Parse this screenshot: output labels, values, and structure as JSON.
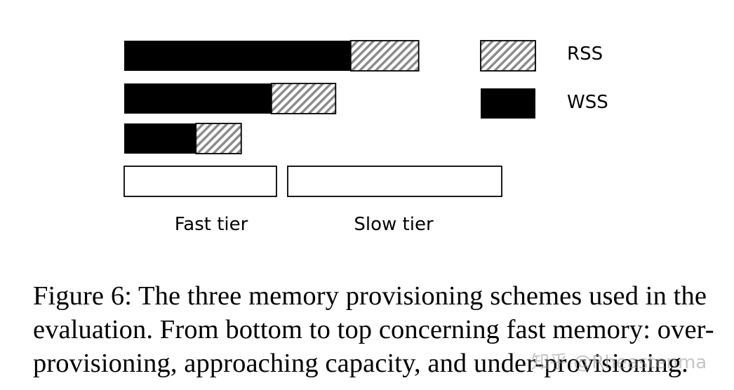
{
  "diagram": {
    "rows": [
      {
        "name": "under-provisioning",
        "wss_fraction": 0.6,
        "rss_fraction": 0.78
      },
      {
        "name": "approaching-capacity",
        "wss_fraction": 0.39,
        "rss_fraction": 0.56
      },
      {
        "name": "over-provisioning",
        "wss_fraction": 0.19,
        "rss_fraction": 0.31
      }
    ],
    "tiers": {
      "fast_label": "Fast tier",
      "slow_label": "Slow tier"
    },
    "legend": {
      "rss_label": "RSS",
      "wss_label": "WSS"
    }
  },
  "caption": "Figure 6: The three memory provisioning schemes used in the evaluation. From bottom to top concerning fast memory: over-provisioning, approaching capacity, and under-provisioning.",
  "watermark": "知乎 @Rheastenma",
  "colors": {
    "wss": "#000000",
    "rss_hatch": "#8c8c8c",
    "outline": "#000000"
  }
}
